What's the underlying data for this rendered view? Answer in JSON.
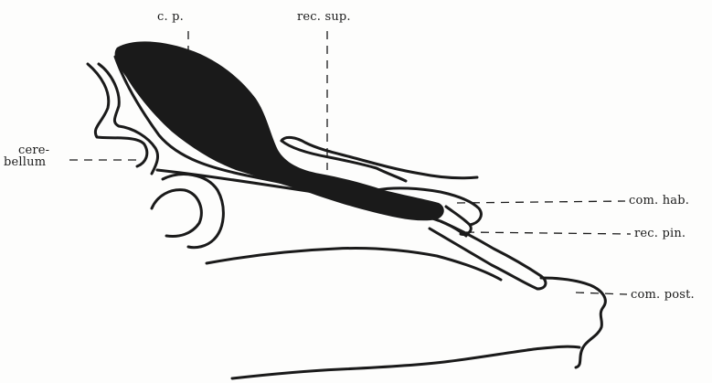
{
  "figure": {
    "labels": {
      "cp": "c. p.",
      "rec_sup": "rec. sup.",
      "cerebellum_line1": "cere-",
      "cerebellum_line2": "bellum",
      "com_hab": "com. hab.",
      "rec_pin": "rec. pin.",
      "com_post": "com. post."
    },
    "colors": {
      "ink": "#1a1a1a",
      "paper": "#fdfdfc"
    }
  }
}
